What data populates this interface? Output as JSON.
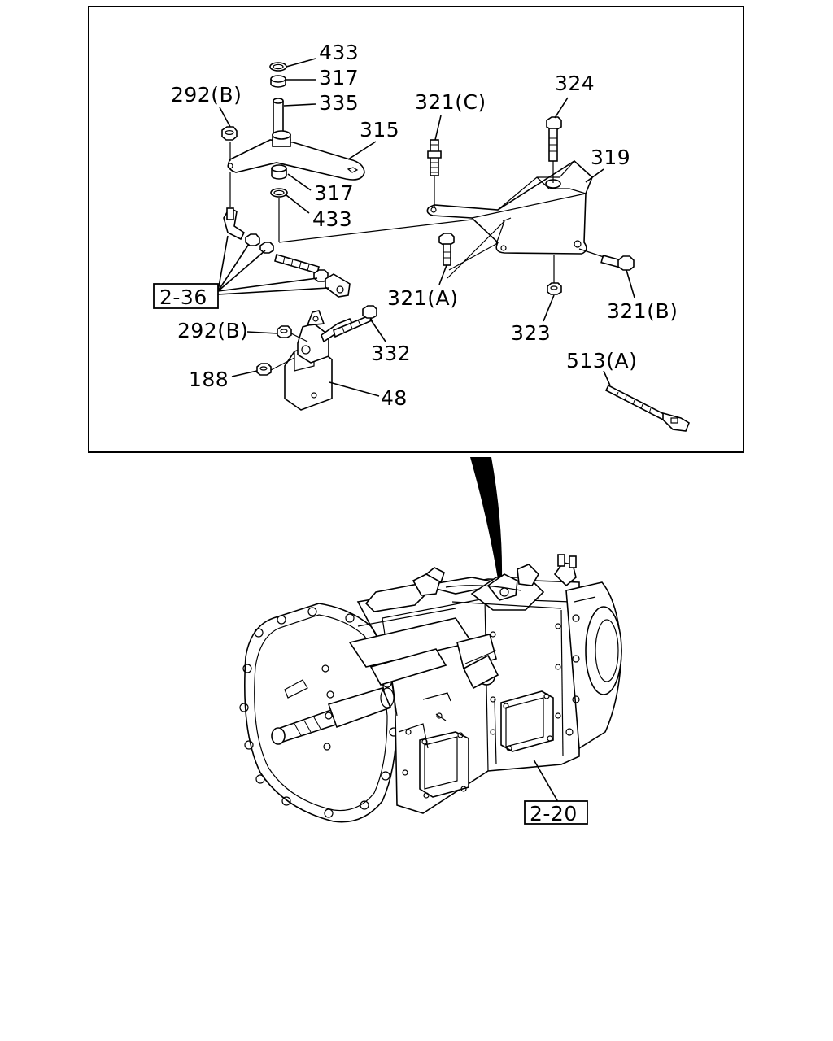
{
  "callouts": {
    "p433_top": "433",
    "p317_top": "317",
    "p335": "335",
    "p292b_top": "292(B)",
    "p315": "315",
    "p321c": "321(C)",
    "p324": "324",
    "p319": "319",
    "p317_bottom": "317",
    "p433_bottom": "433",
    "p321a": "321(A)",
    "p321b": "321(B)",
    "p323": "323",
    "p292b_bottom": "292(B)",
    "p332": "332",
    "p188": "188",
    "p48": "48",
    "p513a": "513(A)"
  },
  "references": {
    "ref_2_36": "2-36",
    "ref_2_20": "2-20"
  }
}
